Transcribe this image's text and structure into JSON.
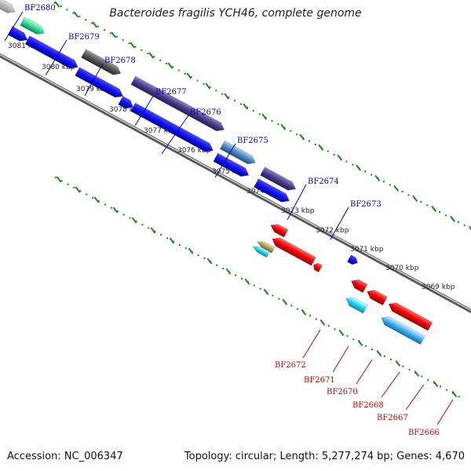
{
  "title": "Bacteroides fragilis YCH46, complete genome",
  "footer": {
    "accession": "Accession: NC_006347",
    "topology": "Topology: circular; Length: 5,277,274 bp; Genes: 4,670"
  },
  "colors": {
    "forward_label": "#0000c0",
    "reverse_label": "#d00000",
    "tick": "#1a8a1a",
    "backbone": "#808080"
  },
  "kbp_labels": [
    "3081 kbp",
    "3080 kbp",
    "3079 kbp",
    "3078 kbp",
    "3077 kbp",
    "3076 kbp",
    "3075 kbp",
    "3074 kbp",
    "3073 kbp",
    "3072 kbp",
    "3071 kbp",
    "3070 kbp",
    "3069 kbp"
  ],
  "forward_genes": [
    "BF2680",
    "BF2679",
    "BF2678",
    "BF2677",
    "BF2676",
    "BF2675",
    "BF2674",
    "BF2673"
  ],
  "reverse_genes": [
    "BF2672",
    "BF2671",
    "BF2670",
    "BF2668",
    "BF2667",
    "BF2666"
  ]
}
